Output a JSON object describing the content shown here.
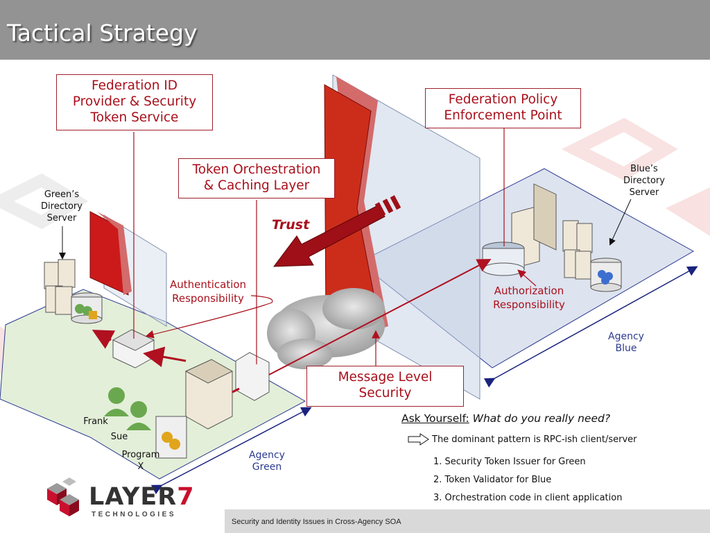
{
  "slide": {
    "title": "Tactical Strategy"
  },
  "boxes": {
    "federation_id": [
      "Federation ID",
      "Provider & Security",
      "Token Service"
    ],
    "token_orch": [
      "Token Orchestration",
      "& Caching Layer"
    ],
    "fed_policy": [
      "Federation Policy",
      "Enforcement Point"
    ],
    "message_level": [
      "Message Level",
      "Security"
    ]
  },
  "labels": {
    "greens_dir": [
      "Green’s",
      "Directory",
      "Server"
    ],
    "blues_dir": [
      "Blue’s",
      "Directory",
      "Server"
    ],
    "auth_resp": [
      "Authentication",
      "Responsibility"
    ],
    "authz_resp": [
      "Authorization",
      "Responsibility"
    ],
    "trust": "Trust",
    "agency_green": [
      "Agency",
      "Green"
    ],
    "agency_blue": [
      "Agency",
      "Blue"
    ],
    "frank": "Frank",
    "sue": "Sue",
    "program": [
      "Program",
      "X"
    ]
  },
  "ask": {
    "prefix": "Ask Yourself:",
    "question": "What do you really need?",
    "pattern": "The dominant pattern is RPC-ish client/server",
    "items": [
      "1. Security Token Issuer for Green",
      "2. Token Validator for Blue",
      "3. Orchestration code in client application"
    ]
  },
  "footer": {
    "text": "Security and Identity Issues in Cross-Agency SOA"
  },
  "logo": {
    "word": "LAYER",
    "digit": "7",
    "sub": "TECHNOLOGIES"
  },
  "colors": {
    "accent_red": "#a8101c",
    "green_plane": "#e3efd9",
    "blue_plane": "#dde3ef",
    "header": "#939393"
  }
}
